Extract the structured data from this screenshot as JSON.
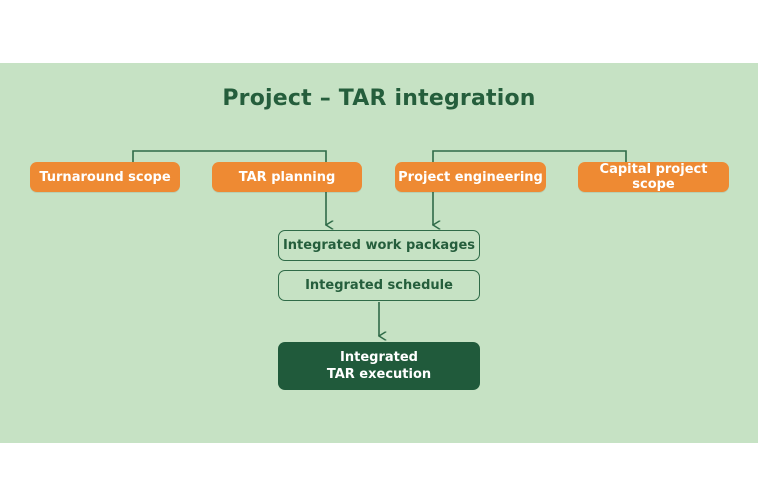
{
  "title": "Project – TAR integration",
  "inputs": {
    "turnaround_scope": "Turnaround scope",
    "tar_planning": "TAR planning",
    "project_engineering": "Project engineering",
    "capital_project_scope": "Capital project scope"
  },
  "integration": {
    "work_packages": "Integrated work packages",
    "schedule": "Integrated schedule"
  },
  "execution": {
    "line1": "Integrated",
    "line2": "TAR execution"
  },
  "colors": {
    "background": "#c6e2c4",
    "input_box": "#ee8a33",
    "text_dark_green": "#255e3c",
    "execution_box": "#205a3b"
  }
}
